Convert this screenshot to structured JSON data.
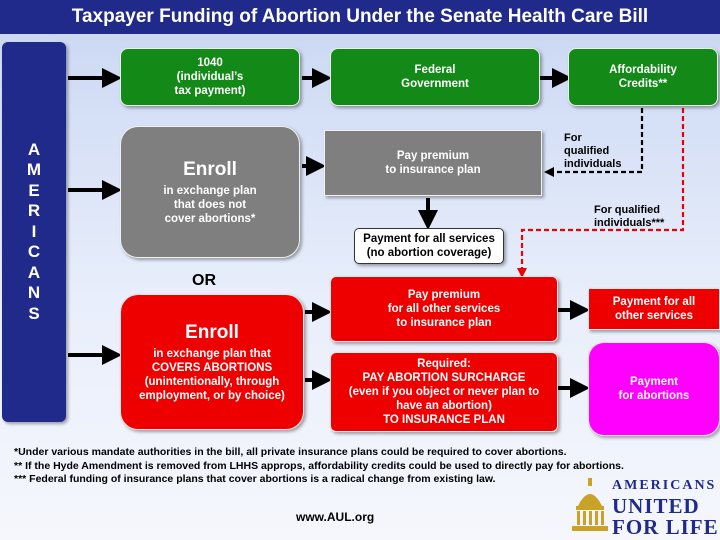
{
  "title": "Taxpayer Funding of Abortion Under the Senate Health Care Bill",
  "americans_letters": [
    "A",
    "M",
    "E",
    "R",
    "I",
    "C",
    "A",
    "N",
    "S"
  ],
  "top_row": {
    "tax": "1040\n(individual’s\ntax payment)",
    "federal": "Federal\nGovernment",
    "credits": "Affordability\nCredits**"
  },
  "gray_path": {
    "enroll_title": "Enroll",
    "enroll_text": "in exchange plan\nthat does not\ncover abortions*",
    "premium": "Pay premium\nto insurance plan",
    "payment": "Payment for all services\n(no abortion coverage)",
    "for_qualified_1": "For\nqualified\nindividuals"
  },
  "or_label": "OR",
  "red_path": {
    "for_qualified_2": "For qualified\nindividuals***",
    "enroll_title": "Enroll",
    "enroll_text": "in exchange plan that\nCOVERS ABORTIONS\n(unintentionally, through\nemployment, or by choice)",
    "premium": "Pay premium\nfor all other services\nto insurance plan",
    "surcharge": "Required:\nPAY ABORTION SURCHARGE\n(even if you object or never plan to\nhave an abortion)\nTO INSURANCE PLAN",
    "payment_other": "Payment for all\nother services",
    "payment_abortions": "Payment\nfor abortions"
  },
  "footnotes": [
    "*Under various mandate authorities in the bill, all private insurance plans could be required to cover abortions.",
    "** If the Hyde Amendment is removed from LHHS approps, affordability credits could be used to directly pay for abortions.",
    "*** Federal funding of insurance plans that cover abortions is a radical change from existing law."
  ],
  "url": "www.AUL.org",
  "logo": {
    "line1": "AMERICANS",
    "line2": "UNITED",
    "line3": "FOR LIFE"
  },
  "colors": {
    "navy": "#1f2a8a",
    "green": "#138a17",
    "gray": "#7f7f7f",
    "red": "#ee0000",
    "magenta": "#ff00ff"
  }
}
